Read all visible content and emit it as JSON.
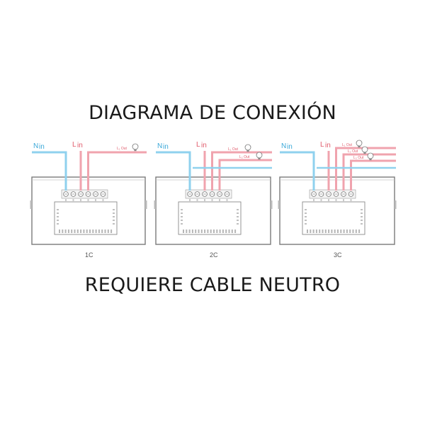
{
  "title": "DIAGRAMA DE CONEXIÓN",
  "footer": "REQUIERE CABLE NEUTRO",
  "colors": {
    "neutral": "#8fd1ee",
    "live": "#f0a3ae",
    "frame": "#7a7a7a",
    "text": "#1a1a1a"
  },
  "labels": {
    "n_in": "N",
    "n_in_sub": "in",
    "l_in": "L",
    "l_in_sub": "in",
    "l1_out": "L₁ Out",
    "l2_out": "L₂ Out",
    "l3_out": "L₃ Out"
  },
  "switches": [
    {
      "caption": "1C",
      "gangs": 1
    },
    {
      "caption": "2C",
      "gangs": 2
    },
    {
      "caption": "3C",
      "gangs": 3
    }
  ]
}
